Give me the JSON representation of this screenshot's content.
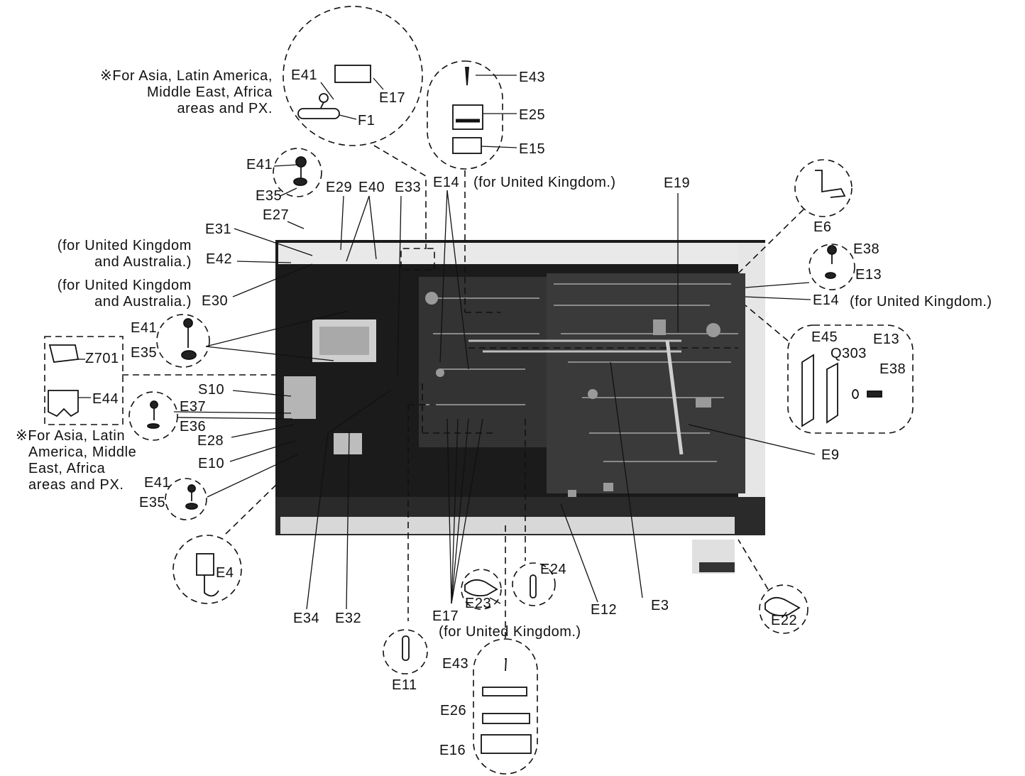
{
  "notes": {
    "asia_top": [
      "※For Asia, Latin America,",
      "Middle East, Africa",
      "areas and PX."
    ],
    "asia_left": [
      "※For Asia, Latin",
      "America, Middle",
      "East, Africa",
      "areas and PX."
    ],
    "uk_australia_1": [
      "(for United Kingdom",
      "and Australia.)"
    ],
    "uk_australia_2": [
      "(for United Kingdom",
      "and Australia.)"
    ],
    "uk_e14_top": "(for United Kingdom.)",
    "uk_e14_right": "(for United Kingdom.)",
    "uk_e17_bottom": "(for United Kingdom.)"
  },
  "parts": {
    "E3": "E3",
    "E4": "E4",
    "E6": "E6",
    "E9": "E9",
    "E10": "E10",
    "E11": "E11",
    "E12": "E12",
    "E13a": "E13",
    "E13b": "E13",
    "E14a": "E14",
    "E14b": "E14",
    "E15": "E15",
    "E16": "E16",
    "E17a": "E17",
    "E17b": "E17",
    "E19": "E19",
    "E22": "E22",
    "E23": "E23",
    "E24": "E24",
    "E25": "E25",
    "E26": "E26",
    "E27": "E27",
    "E28": "E28",
    "E29": "E29",
    "E30": "E30",
    "E31": "E31",
    "E32": "E32",
    "E33": "E33",
    "E34": "E34",
    "E35a": "E35",
    "E35b": "E35",
    "E35c": "E35",
    "E36": "E36",
    "E37": "E37",
    "E38a": "E38",
    "E38b": "E38",
    "E40": "E40",
    "E41a": "E41",
    "E41b": "E41",
    "E41c": "E41",
    "E41d": "E41",
    "E42": "E42",
    "E43a": "E43",
    "E43b": "E43",
    "E44": "E44",
    "E45": "E45",
    "F1": "F1",
    "S10": "S10",
    "Q303": "Q303",
    "Z701": "Z701"
  }
}
